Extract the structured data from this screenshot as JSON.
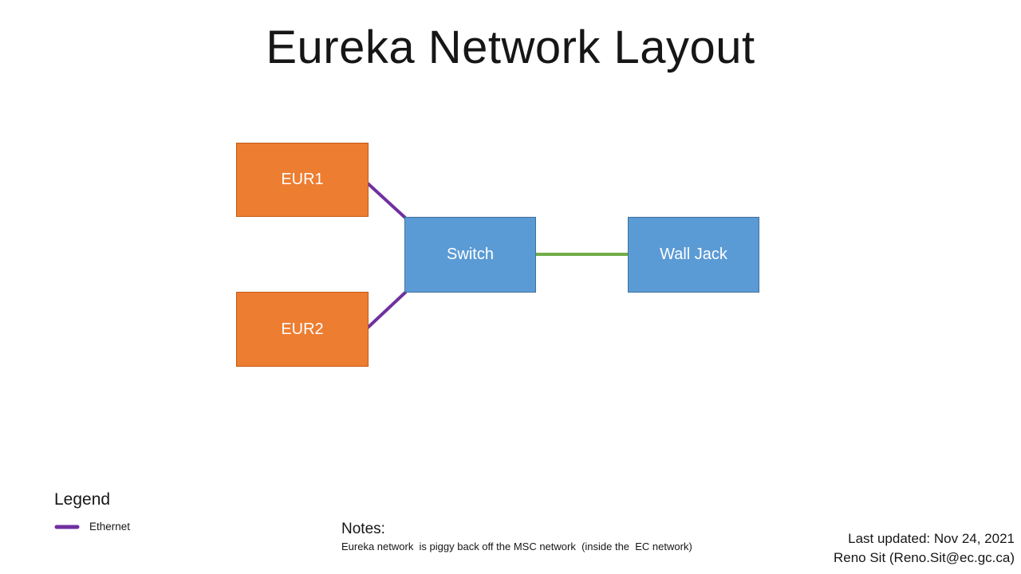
{
  "title": "Eureka Network Layout",
  "colors": {
    "node_orange_fill": "#ED7D31",
    "node_orange_border": "#C55A11",
    "node_blue_fill": "#5B9BD5",
    "node_blue_border": "#41719C",
    "ethernet_purple": "#7030A0",
    "uplink_green": "#70AD47"
  },
  "nodes": {
    "eur1": {
      "label": "EUR1"
    },
    "eur2": {
      "label": "EUR2"
    },
    "switch": {
      "label": "Switch"
    },
    "walljack": {
      "label": "Wall Jack"
    }
  },
  "legend": {
    "heading": "Legend",
    "items": [
      {
        "label": "Ethernet",
        "color": "#7030A0"
      }
    ]
  },
  "notes": {
    "heading": "Notes:",
    "body": "Eureka network  is piggy back off the MSC network  (inside the  EC network)"
  },
  "footer": {
    "last_updated": "Last updated: Nov 24, 2021",
    "contact": "Reno Sit (Reno.Sit@ec.gc.ca)"
  }
}
